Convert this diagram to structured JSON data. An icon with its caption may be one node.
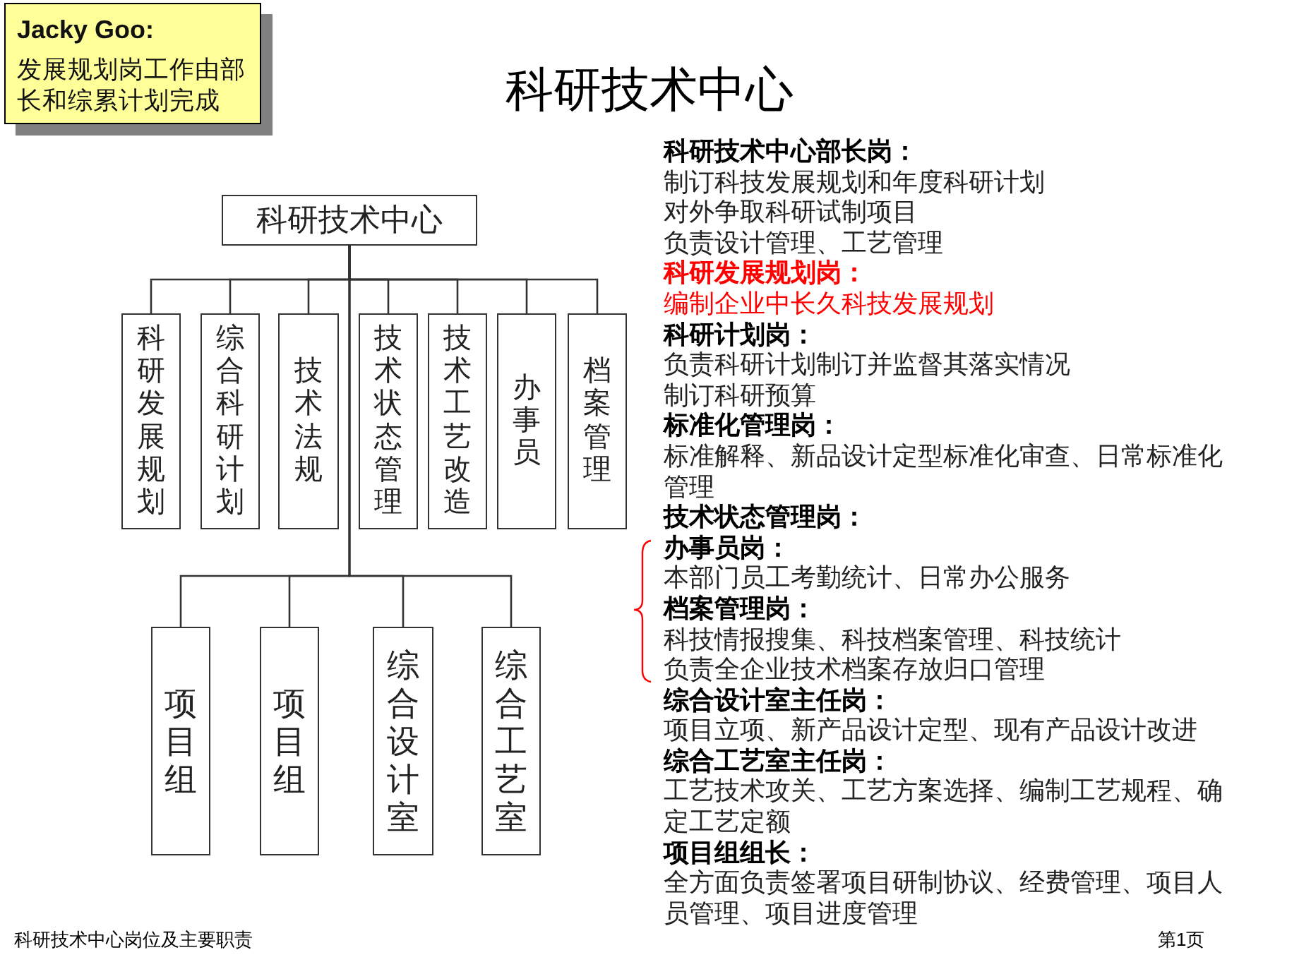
{
  "diagram": {
    "title": "科研技术中心",
    "nodes": [
      {
        "text": [
          "Jacky Goo:",
          "发展规划岗工作由部长和综累计划完成"
        ]
      },
      {
        "text": [
          "科研技术中心"
        ]
      },
      {
        "text": [
          "科研发展规划"
        ]
      },
      {
        "text": [
          "综合科研计划"
        ]
      },
      {
        "text": [
          "技术法规"
        ]
      },
      {
        "text": [
          "技术状态管理"
        ]
      },
      {
        "text": [
          "技术工艺改造"
        ]
      },
      {
        "text": [
          "办事员"
        ]
      },
      {
        "text": [
          "档案管理"
        ]
      },
      {
        "text": [
          "项目组"
        ]
      },
      {
        "text": [
          "项目组"
        ]
      },
      {
        "text": [
          "综合设计室"
        ]
      },
      {
        "text": [
          "综合工艺室"
        ]
      }
    ],
    "edges": [
      {
        "from": 1,
        "to": 2,
        "arrow": "none"
      },
      {
        "from": 1,
        "to": 3,
        "arrow": "none"
      },
      {
        "from": 1,
        "to": 4,
        "arrow": "none"
      },
      {
        "from": 1,
        "to": 5,
        "arrow": "none"
      },
      {
        "from": 1,
        "to": 6,
        "arrow": "none"
      },
      {
        "from": 1,
        "to": 7,
        "arrow": "none"
      },
      {
        "from": 1,
        "to": 8,
        "arrow": "none"
      },
      {
        "from": 1,
        "to": 9,
        "arrow": "none"
      },
      {
        "from": 1,
        "to": 10,
        "arrow": "none"
      },
      {
        "from": 1,
        "to": 11,
        "arrow": "none"
      },
      {
        "from": 1,
        "to": 12,
        "arrow": "none"
      }
    ],
    "labels": [
      "科研技术中心部长岗：",
      "制订科技发展规划和年度科研计划",
      "对外争取科研试制项目",
      "负责设计管理、工艺管理",
      "科研发展规划岗：",
      "编制企业中长久科技发展规划",
      "科研计划岗：",
      "负责科研计划制订并监督其落实情况",
      "制订科研预算",
      "标准化管理岗：",
      "标准解释、新品设计定型标准化审查、日常标准化管理",
      "技术状态管理岗：",
      "办事员岗：",
      "本部门员工考勤统计、日常办公服务",
      "档案管理岗：",
      "科技情报搜集、科技档案管理、科技统计",
      "负责全企业技术档案存放归口管理",
      "综合设计室主任岗：",
      "项目立项、新产品设计定型、现有产品设计改进",
      "综合工艺室主任岗：",
      "工艺技术攻关、工艺方案选择、编制工艺规程、确定工艺定额",
      "项目组组长：",
      "全方面负责签署项目研制协议、经费管理、项目人员管理、项目进度管理",
      "科研技术中心岗位及主要职责",
      "第1页"
    ]
  }
}
